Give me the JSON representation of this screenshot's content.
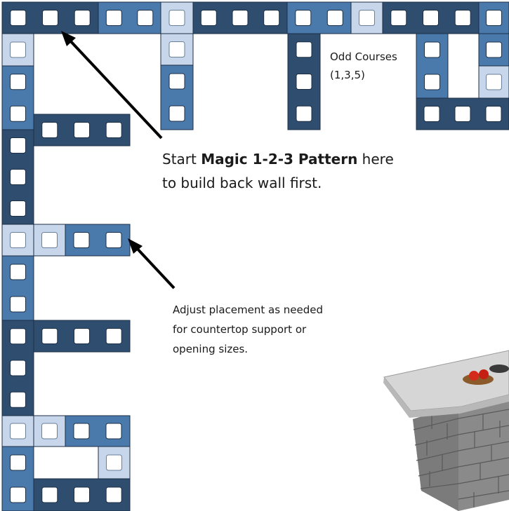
{
  "labels": {
    "odd_courses_line1": "Odd Courses",
    "odd_courses_line2": "(1,3,5)",
    "start_prefix": "Start ",
    "start_bold": "Magic 1-2-3 Pattern",
    "start_suffix": " here",
    "start_line2": "to build back wall first.",
    "adjust_line1": "Adjust placement as needed",
    "adjust_line2": "for countertop support or",
    "adjust_line3": "opening sizes."
  },
  "colors": {
    "dark_block": "#2e4d6f",
    "medium_block": "#4a7aac",
    "light_block": "#c7d6ea",
    "block_border": "#1c2f44",
    "cavity": "#ffffff",
    "arrow": "#000000",
    "countertop": "#d9d9d9",
    "stone": "#8a8a8a",
    "apple": "#d42a1a"
  }
}
